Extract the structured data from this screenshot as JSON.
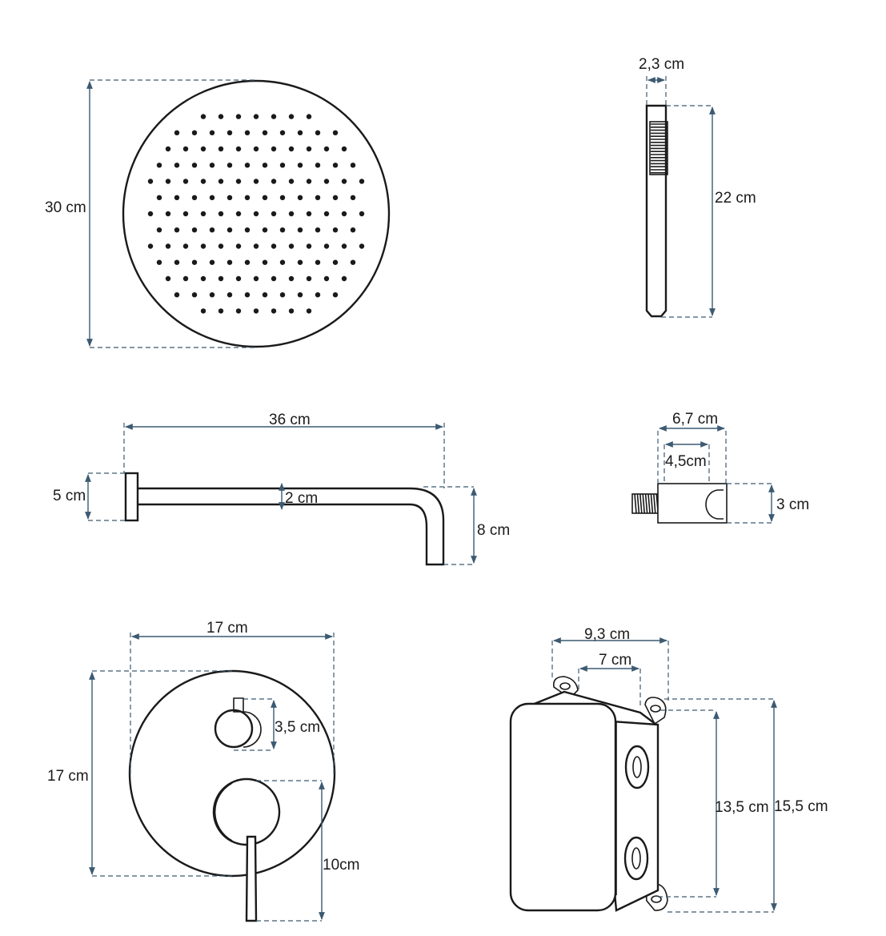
{
  "labels": {
    "head_diameter": "30 cm",
    "hand_width": "2,3 cm",
    "hand_length": "22 cm",
    "arm_length": "36 cm",
    "arm_flange": "5 cm",
    "arm_pipe": "2 cm",
    "arm_drop": "8 cm",
    "holder_width": "6,7 cm",
    "holder_inner": "4,5cm",
    "holder_height": "3 cm",
    "plate_width": "17 cm",
    "plate_height": "17 cm",
    "knob_height": "3,5 cm",
    "lever_height": "10cm",
    "box_width": "9,3 cm",
    "box_inner": "7 cm",
    "box_inner_height": "13,5 cm",
    "box_height": "15,5 cm"
  },
  "colors": {
    "line": "#1a1a1a",
    "dimension": "#3c5a72"
  }
}
